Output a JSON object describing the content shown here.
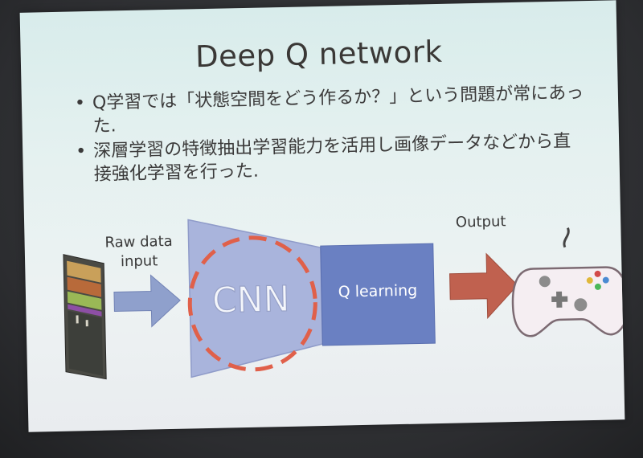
{
  "slide": {
    "title": "Deep Q network",
    "bullets": [
      "Q学習では「状態空間をどう作るか？」という問題が常にあった.",
      "深層学習の特徴抽出学習能力を活用し画像データなどから直接強化学習を行った."
    ]
  },
  "diagram": {
    "input_label_line1": "Raw data",
    "input_label_line2": "input",
    "cnn_label": "CNN",
    "q_label": "Q learning",
    "output_label": "Output",
    "colors": {
      "cnn_fill": "#a9b4dc",
      "q_fill": "#6a80c2",
      "input_arrow": "#8fa0cc",
      "output_arrow": "#c0614f",
      "dashed_circle": "#e0604a"
    },
    "icons": [
      "game-screen-thumbnail",
      "gamepad-icon"
    ]
  }
}
